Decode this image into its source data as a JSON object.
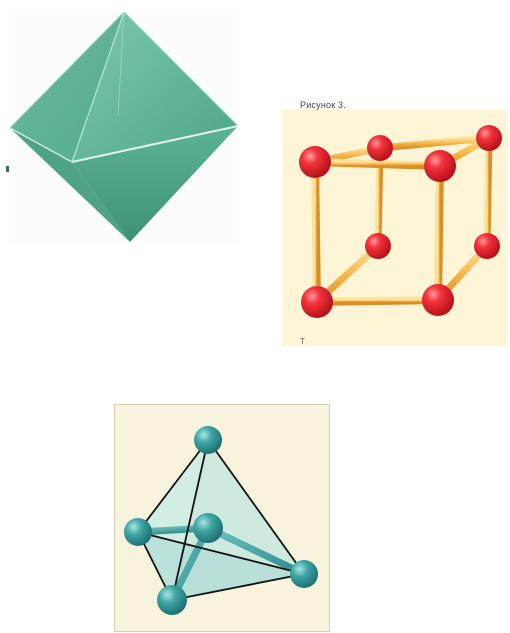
{
  "figures": {
    "octahedron": {
      "icon": "octahedron-crystal",
      "colors": {
        "face_light": "#6fc0a4",
        "face_mid": "#58b090",
        "face_dark": "#3f9877",
        "edge_highlight": "#dff3ec"
      }
    },
    "cube": {
      "caption_top": "Рисунок 3.",
      "caption_bottom": "Т",
      "icon": "cubic-lattice-model",
      "colors": {
        "background": "#fdf6d9",
        "rod": "#f3b14a",
        "rod_highlight": "#ffe08a",
        "sphere": "#e8222c",
        "sphere_highlight": "#ff8b8b"
      }
    },
    "tetrahedron": {
      "icon": "tetrahedral-molecule-model",
      "colors": {
        "background": "#f6f3df",
        "frame": "#cfcab0",
        "sphere": "#3a9e9e",
        "sphere_highlight": "#9fe0df",
        "face": "#bfe6e2",
        "edge": "#111111"
      }
    }
  }
}
